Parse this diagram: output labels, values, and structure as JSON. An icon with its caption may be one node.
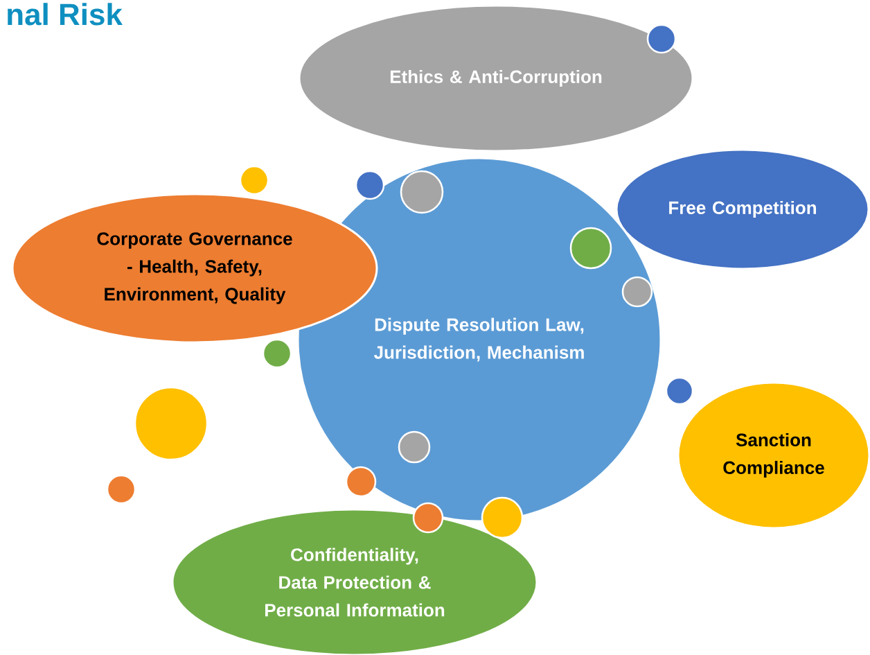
{
  "diagram": {
    "title": "nal Risk",
    "nodes": [
      {
        "text": [
          "Ethics & Anti-Corruption"
        ]
      },
      {
        "text": [
          "Free Competition"
        ]
      },
      {
        "text": [
          "Corporate Governance - Health, Safety, Environment, Quality"
        ]
      },
      {
        "text": [
          "Dispute Resolution Law, Jurisdiction, Mechanism"
        ]
      },
      {
        "text": [
          "Sanction Compliance"
        ]
      },
      {
        "text": [
          "Confidentiality, Data Protection & Personal Information"
        ]
      }
    ]
  }
}
